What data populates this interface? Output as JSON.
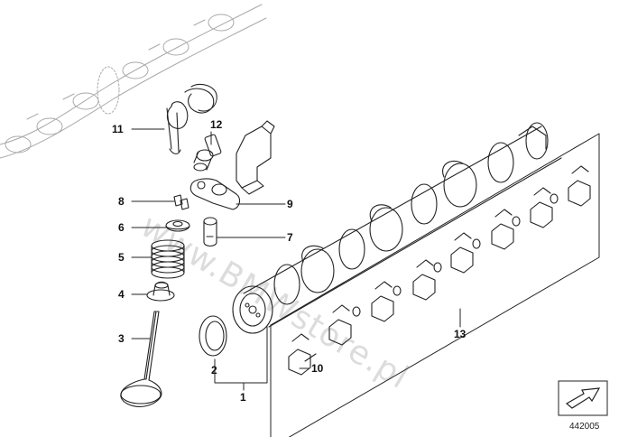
{
  "callouts": {
    "c1": "1",
    "c2": "2",
    "c3": "3",
    "c4": "4",
    "c5": "5",
    "c6": "6",
    "c7": "7",
    "c8": "8",
    "c9": "9",
    "c10": "10",
    "c11": "11",
    "c12": "12",
    "c13": "13"
  },
  "watermark": "www.BMWstore.pl",
  "diagram_id": "442005",
  "icons": {
    "direction": "direction-arrow-icon"
  }
}
